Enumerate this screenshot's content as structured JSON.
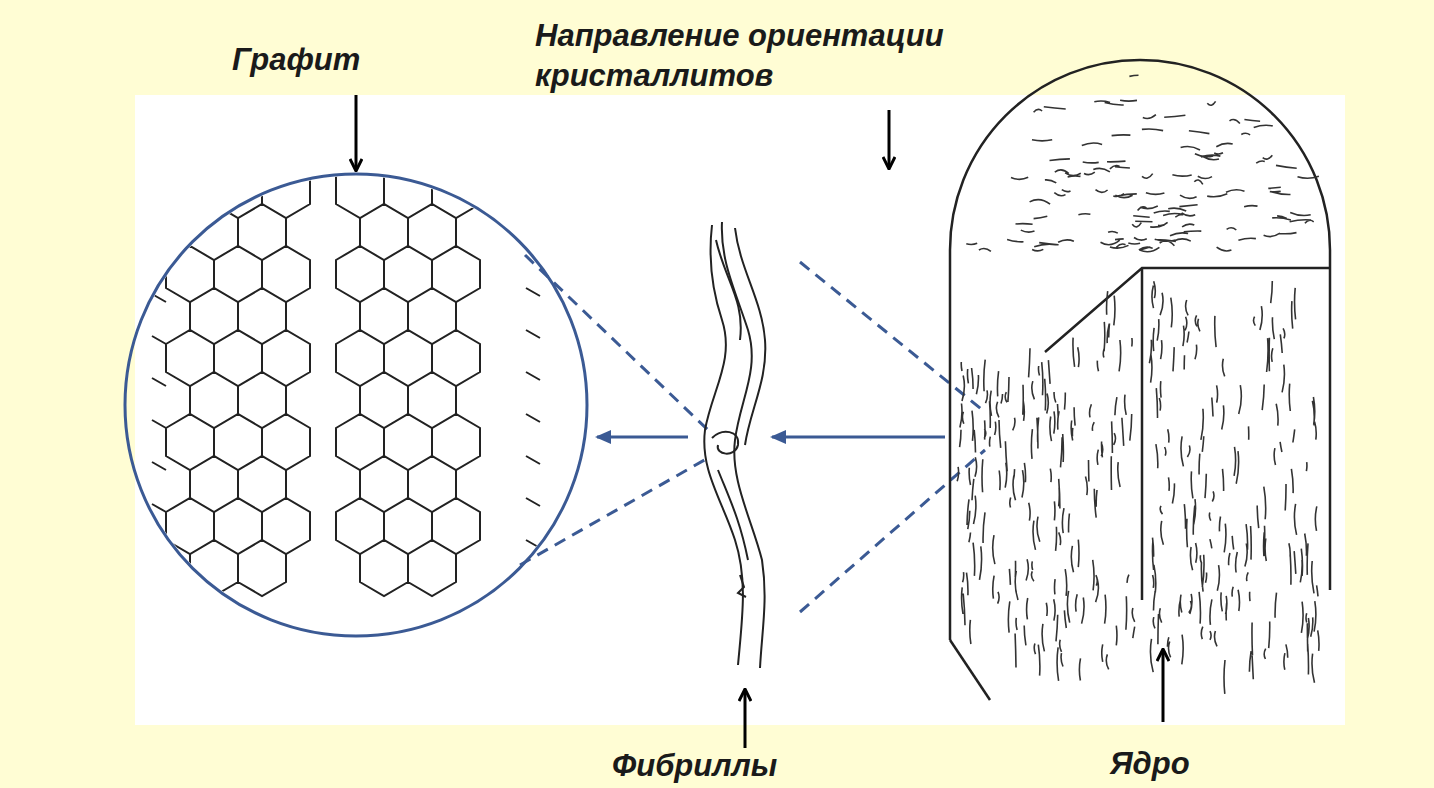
{
  "diagram": {
    "labels": [
      "Графит",
      "Направление ориентации кристаллитов",
      "Фибриллы",
      "Ядро"
    ]
  }
}
